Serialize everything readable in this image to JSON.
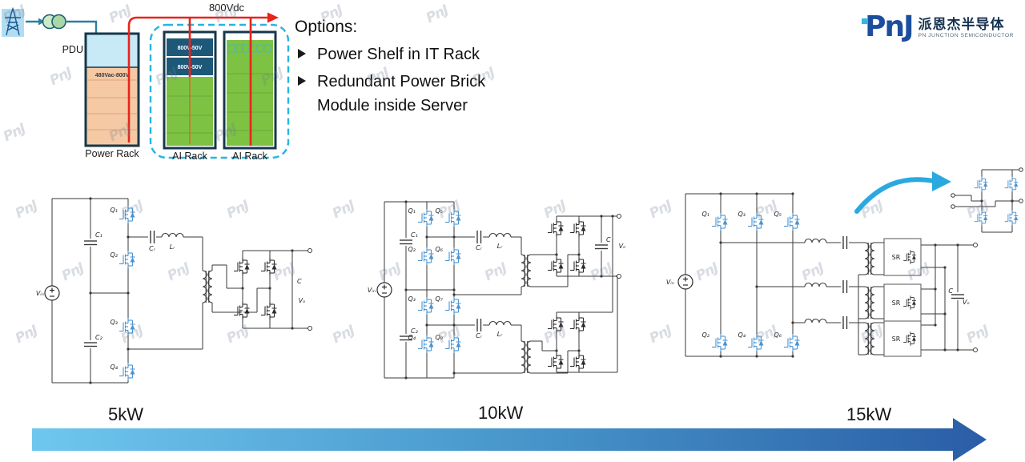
{
  "topology": {
    "bus_label": "800Vdc",
    "pdu_label": "PDU",
    "power_rack": {
      "converter_label": "480Vac-800V",
      "caption": "Power Rack"
    },
    "ai_rack_1": {
      "module_1": "800V-50V",
      "module_2": "800V-50V",
      "caption": "AI Rack"
    },
    "ai_rack_2": {
      "caption": "AI Rack"
    }
  },
  "options": {
    "title": "Options:",
    "bullets": [
      "Power Shelf in IT Rack",
      "Redundant Power Brick Module inside Server"
    ]
  },
  "logo": {
    "brand": "PnJ",
    "name_cn": "派恩杰半导体",
    "name_en": "PN JUNCTION SEMICONDUCTOR"
  },
  "watermark": {
    "text": "PnJ"
  },
  "axis": {
    "labels": [
      "5kW",
      "10kW",
      "15kW"
    ]
  },
  "circuits": {
    "c5": {
      "vin": "Vᵢₙ",
      "c1": "C₁",
      "c2": "C₂",
      "q1": "Q₁",
      "q2": "Q₂",
      "q3": "Q₃",
      "q4": "Q₄",
      "cr": "Cᵣ",
      "lr": "Lᵣ",
      "cout": "C",
      "vo": "Vₒ"
    },
    "c10": {
      "vin": "Vᵢₙ",
      "c1": "C₁",
      "c2": "C₂",
      "q1": "Q₁",
      "q2": "Q₂",
      "q3": "Q₃",
      "q4": "Q₄",
      "q5": "Q₅",
      "q6": "Q₆",
      "q7": "Q₇",
      "q8": "Q₈",
      "cr1": "Cᵣ",
      "lr1": "Lᵣ",
      "cr2": "Cᵣ",
      "lr2": "Lᵣ",
      "cout": "C",
      "vo": "Vₒ"
    },
    "c15": {
      "vin": "Vᵢₙ",
      "q1": "Q₁",
      "q2": "Q₂",
      "q3": "Q₃",
      "q4": "Q₄",
      "q5": "Q₅",
      "q6": "Q₆",
      "sr1": "SR",
      "sr2": "SR",
      "sr3": "SR",
      "cout": "C",
      "vo": "Vₒ"
    }
  },
  "colors": {
    "bus_red": "#e8241c",
    "accent_cyan": "#29b5e6",
    "rack_outline": "#16384a",
    "rack_blue": "#c8e9f6",
    "rack_peach": "#f5c9a4",
    "rack_green": "#7dc242",
    "module_blue": "#1d5878",
    "fet_blue": "#4c94d0",
    "arrow_gradient_start": "#6ec7ee",
    "arrow_gradient_end": "#2a5da6",
    "logo_blue": "#1d4e9e"
  }
}
